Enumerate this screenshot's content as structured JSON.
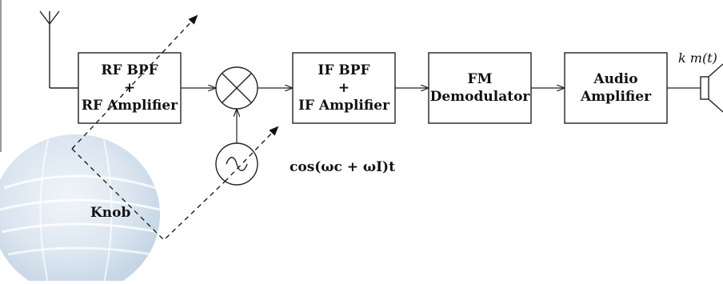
{
  "blocks": {
    "rf": {
      "line1": "RF BPF",
      "line2": "+",
      "line3": "RF Amplifier"
    },
    "if": {
      "line1": "IF BPF",
      "line2": "+",
      "line3": "IF Amplifier"
    },
    "fm": {
      "line1": "FM",
      "line2": "Demodulator"
    },
    "audio": {
      "line1": "Audio",
      "line2": "Amplifier"
    }
  },
  "labels": {
    "lo_formula": "cos(ωc + ωI)t",
    "output_signal": "k m(t)",
    "knob": "Knob"
  }
}
